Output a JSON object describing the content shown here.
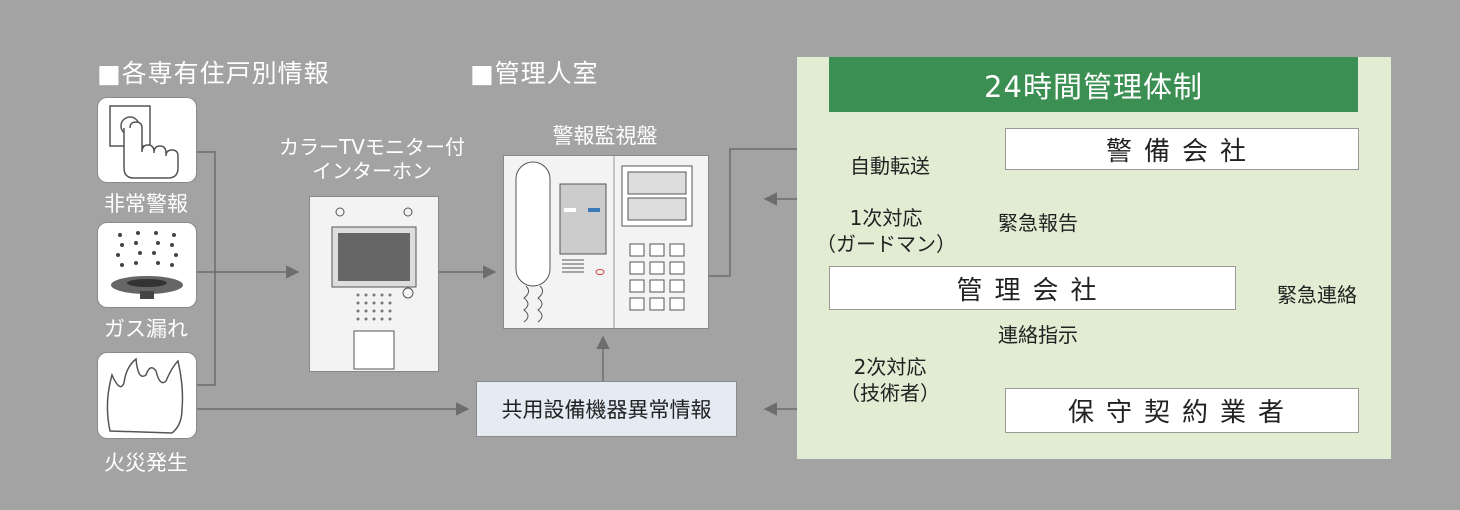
{
  "sections": {
    "unit_info": "■各専有住戸別情報",
    "management_room": "■管理人室"
  },
  "tiles": {
    "emergency": "非常警報",
    "gas_leak": "ガス漏れ",
    "fire": "火災発生"
  },
  "intercom": {
    "label_line1": "カラーTVモニター付",
    "label_line2": "インターホン"
  },
  "monitor_panel": {
    "label": "警報監視盤"
  },
  "shared_equipment": {
    "label": "共用設備機器異常情報"
  },
  "system": {
    "header": "24時間管理体制",
    "security_company": "警備会社",
    "management_company": "管理会社",
    "maintenance_contractor": "保守契約業者"
  },
  "flows": {
    "auto_transfer": "自動転送",
    "first_response_line1": "1次対応",
    "first_response_line2": "（ガードマン）",
    "emergency_report": "緊急報告",
    "emergency_contact": "緊急連絡",
    "contact_instruction": "連絡指示",
    "second_response_line1": "2次対応",
    "second_response_line2": "（技術者）"
  },
  "colors": {
    "background": "#a3a3a3",
    "panel_green": "#e2ecd3",
    "header_green": "#3c8f52"
  }
}
